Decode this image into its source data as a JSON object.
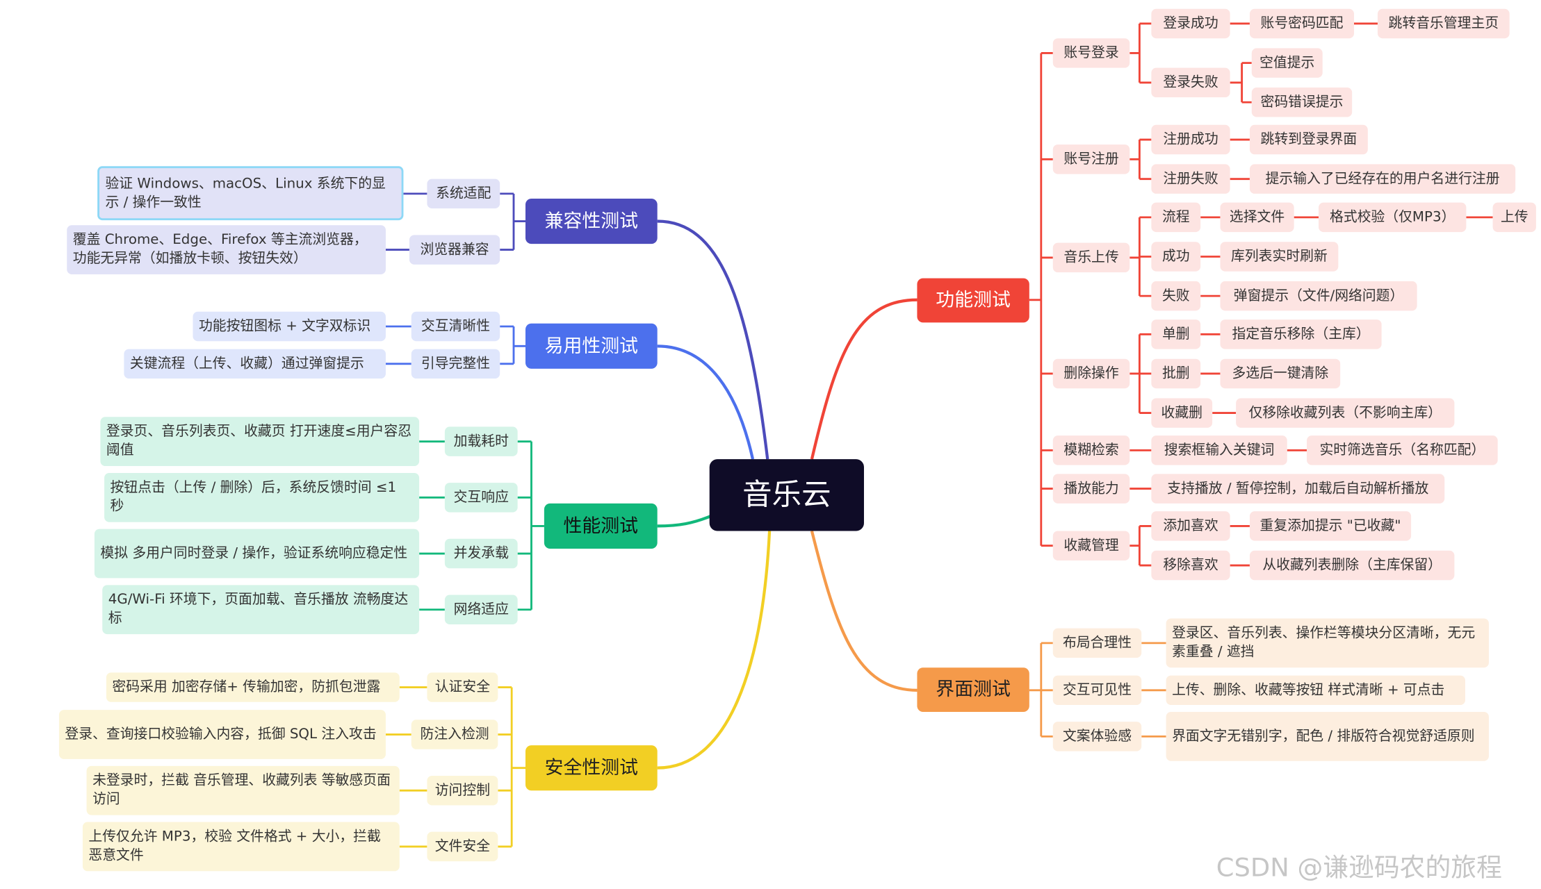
{
  "root": "音乐云",
  "watermark": "CSDN @谦逊码农的旅程",
  "colors": {
    "functional": "#f04437",
    "functional_bg": "#fde4e2",
    "ui": "#f59a4a",
    "ui_bg": "#fdeedf",
    "compat": "#4c4bbb",
    "compat_bg": "#e1e2f7",
    "usability": "#4c70ed",
    "usability_bg": "#dfe6fc",
    "performance": "#12b87b",
    "performance_bg": "#d5f4e8",
    "security": "#f2cf24",
    "security_bg": "#fcf5d8",
    "highlight": "#8dd8f6"
  },
  "branches": {
    "functional": {
      "label": "功能测试",
      "account_login": {
        "label": "账号登录",
        "success": {
          "label": "登录成功",
          "match": "账号密码匹配",
          "jump": "跳转音乐管理主页"
        },
        "fail": {
          "label": "登录失败",
          "empty": "空值提示",
          "wrong": "密码错误提示"
        }
      },
      "account_register": {
        "label": "账号注册",
        "success": {
          "label": "注册成功",
          "jump": "跳转到登录界面"
        },
        "fail": {
          "label": "注册失败",
          "hint": "提示输入了已经存在的用户名进行注册"
        }
      },
      "upload": {
        "label": "音乐上传",
        "flow": {
          "label": "流程",
          "select": "选择文件",
          "check": "格式校验（仅MP3）",
          "upload": "上传"
        },
        "success": {
          "label": "成功",
          "refresh": "库列表实时刷新"
        },
        "fail": {
          "label": "失败",
          "popup": "弹窗提示（文件/网络问题）"
        }
      },
      "delete": {
        "label": "删除操作",
        "single": {
          "label": "单删",
          "desc": "指定音乐移除（主库）"
        },
        "batch": {
          "label": "批删",
          "desc": "多选后一键清除"
        },
        "fav": {
          "label": "收藏删",
          "desc": "仅移除收藏列表（不影响主库）"
        }
      },
      "search": {
        "label": "模糊检索",
        "input": "搜索框输入关键词",
        "filter": "实时筛选音乐（名称匹配）"
      },
      "play": {
        "label": "播放能力",
        "desc": "支持播放 / 暂停控制，加载后自动解析播放"
      },
      "favorite": {
        "label": "收藏管理",
        "add": {
          "label": "添加喜欢",
          "desc": "重复添加提示 \"已收藏\""
        },
        "remove": {
          "label": "移除喜欢",
          "desc": "从收藏列表删除（主库保留）"
        }
      }
    },
    "ui": {
      "label": "界面测试",
      "layout": {
        "label": "布局合理性",
        "desc": "登录区、音乐列表、操作栏等模块分区清晰，无元素重叠 / 遮挡"
      },
      "visibility": {
        "label": "交互可见性",
        "desc": "上传、删除、收藏等按钮 样式清晰 + 可点击"
      },
      "copy": {
        "label": "文案体验感",
        "desc": "界面文字无错别字，配色 / 排版符合视觉舒适原则"
      }
    },
    "compat": {
      "label": "兼容性测试",
      "system": {
        "label": "系统适配",
        "desc": "验证 Windows、macOS、Linux 系统下的显示 / 操作一致性"
      },
      "browser": {
        "label": "浏览器兼容",
        "desc": "覆盖 Chrome、Edge、Firefox 等主流浏览器，功能无异常（如播放卡顿、按钮失效）"
      }
    },
    "usability": {
      "label": "易用性测试",
      "clarity": {
        "label": "交互清晰性",
        "desc": "功能按钮图标 + 文字双标识"
      },
      "guide": {
        "label": "引导完整性",
        "desc": "关键流程（上传、收藏）通过弹窗提示"
      }
    },
    "performance": {
      "label": "性能测试",
      "load": {
        "label": "加载耗时",
        "desc": "登录页、音乐列表页、收藏页 打开速度≤用户容忍阈值"
      },
      "response": {
        "label": "交互响应",
        "desc": "按钮点击（上传 / 删除）后，系统反馈时间 ≤1 秒"
      },
      "concurrency": {
        "label": "并发承载",
        "desc": "模拟 多用户同时登录 / 操作，验证系统响应稳定性"
      },
      "network": {
        "label": "网络适应",
        "desc": "4G/Wi-Fi 环境下，页面加载、音乐播放 流畅度达标"
      }
    },
    "security": {
      "label": "安全性测试",
      "auth": {
        "label": "认证安全",
        "desc": "密码采用 加密存储+ 传输加密，防抓包泄露"
      },
      "injection": {
        "label": "防注入检测",
        "desc": "登录、查询接口校验输入内容，抵御 SQL 注入攻击"
      },
      "access": {
        "label": "访问控制",
        "desc": "未登录时，拦截 音乐管理、收藏列表 等敏感页面访问"
      },
      "file": {
        "label": "文件安全",
        "desc": "上传仅允许 MP3，校验 文件格式 + 大小，拦截恶意文件"
      }
    }
  }
}
